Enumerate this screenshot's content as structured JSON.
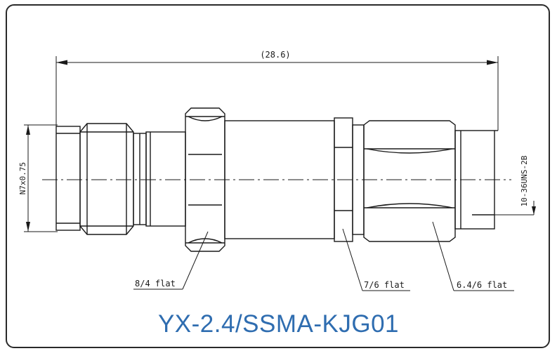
{
  "drawing": {
    "overall_length": "(28.6)",
    "left_thread": "N7x0.75",
    "right_thread": "10-36UNS-2B",
    "flat_labels": [
      "8/4 flat",
      "7/6 flat",
      "6.4/6 flat"
    ]
  },
  "title": "YX-2.4/SSMA-KJG01",
  "colors": {
    "line": "#1a1a1a",
    "title": "#2f6db0",
    "frame": "#2a2a2a"
  }
}
